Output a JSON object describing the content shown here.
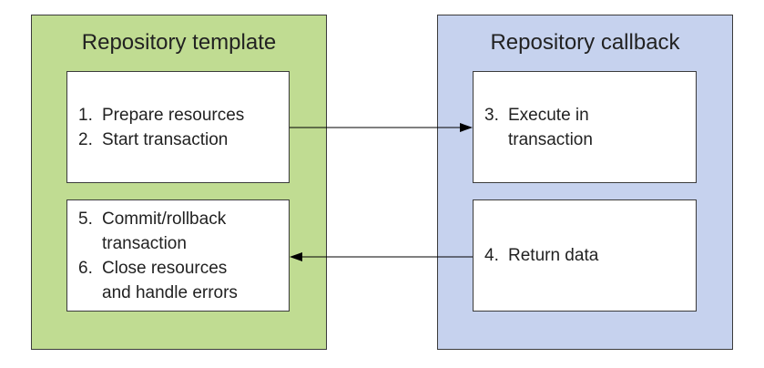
{
  "colors": {
    "template_panel": "#c0dc92",
    "callback_panel": "#c6d2ee",
    "border": "#3b3b3b",
    "box_fill": "#ffffff",
    "arrow": "#000000"
  },
  "template_panel": {
    "title": "Repository template",
    "boxes": [
      {
        "steps": [
          {
            "num": "1.",
            "text": "Prepare resources"
          },
          {
            "num": "2.",
            "text": "Start transaction"
          }
        ]
      },
      {
        "steps": [
          {
            "num": "5.",
            "text": "Commit/rollback\ntransaction"
          },
          {
            "num": "6.",
            "text": "Close resources\nand handle errors"
          }
        ]
      }
    ]
  },
  "callback_panel": {
    "title": "Repository callback",
    "boxes": [
      {
        "steps": [
          {
            "num": "3.",
            "text": "Execute in\ntransaction"
          }
        ]
      },
      {
        "steps": [
          {
            "num": "4.",
            "text": "Return data"
          }
        ]
      }
    ]
  },
  "arrows": [
    {
      "from": "template_panel.boxes.0",
      "to": "callback_panel.boxes.0",
      "direction": "right"
    },
    {
      "from": "callback_panel.boxes.1",
      "to": "template_panel.boxes.1",
      "direction": "left"
    }
  ]
}
